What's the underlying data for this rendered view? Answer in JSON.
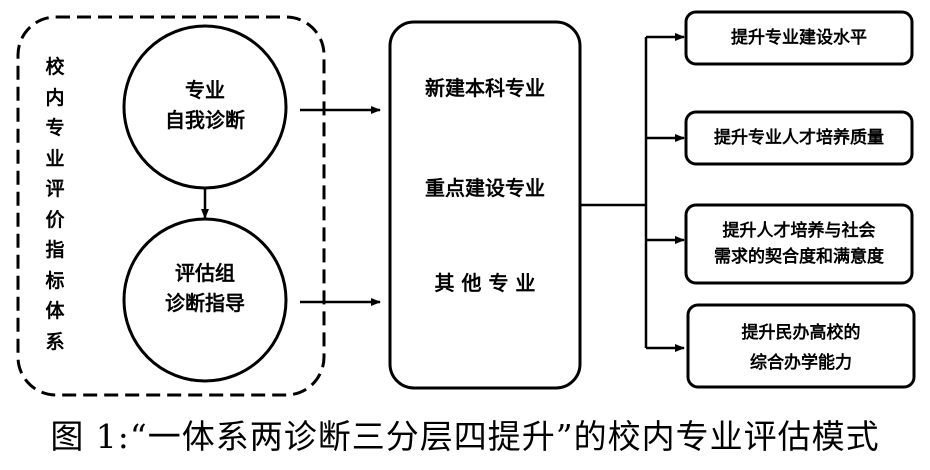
{
  "left_group": {
    "vertical_label": "校内专业评价指标体系"
  },
  "circles": {
    "top": {
      "line1": "专业",
      "line2": "自我诊断"
    },
    "bottom": {
      "line1": "评估组",
      "line2": "诊断指导"
    }
  },
  "middle": {
    "items": [
      "新建本科专业",
      "重点建设专业",
      "其 他 专 业"
    ]
  },
  "outputs": [
    {
      "line1": "提升专业建设水平",
      "line2": ""
    },
    {
      "line1": "提升专业人才培养质量",
      "line2": ""
    },
    {
      "line1": "提升人才培养与社会",
      "line2": "需求的契合度和满意度"
    },
    {
      "line1": "提升民办高校的",
      "line2": "综合办学能力"
    }
  ],
  "caption": "图 1:“一体系两诊断三分层四提升”的校内专业评估模式"
}
